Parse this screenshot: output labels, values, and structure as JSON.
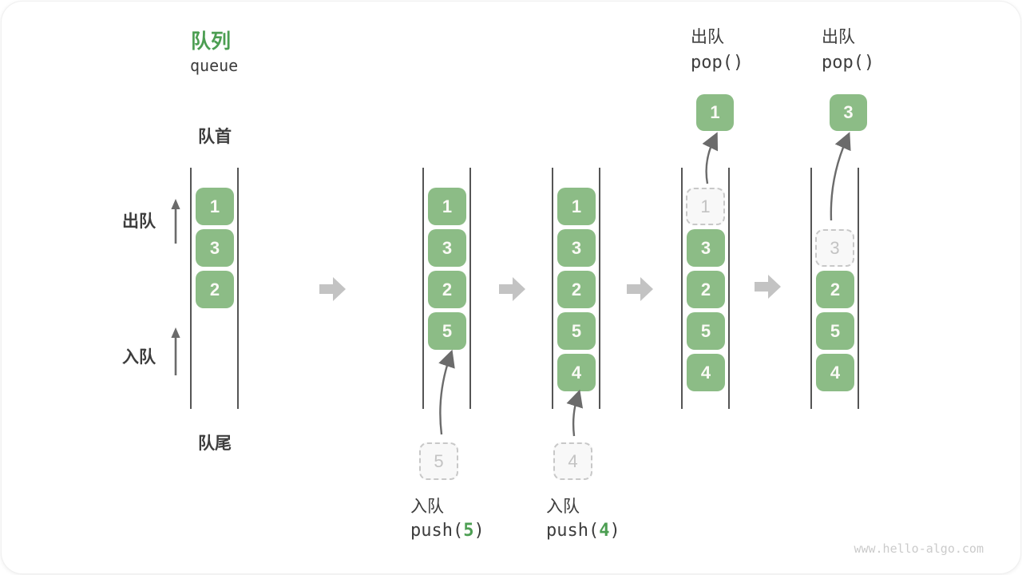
{
  "header": {
    "title": "队列",
    "subtitle": "queue"
  },
  "labels": {
    "front": "队首",
    "rear": "队尾",
    "dequeue": "出队",
    "enqueue": "入队"
  },
  "ops": {
    "push5": {
      "name": "入队",
      "code_pre": "push(",
      "code_arg": "5",
      "code_post": ")"
    },
    "push4": {
      "name": "入队",
      "code_pre": "push(",
      "code_arg": "4",
      "code_post": ")"
    },
    "pop1": {
      "name": "出队",
      "code": "pop()"
    },
    "pop2": {
      "name": "出队",
      "code": "pop()"
    }
  },
  "queues": [
    {
      "items": [
        "1",
        "3",
        "2"
      ]
    },
    {
      "items": [
        "1",
        "3",
        "2",
        "5"
      ],
      "ghost": "5"
    },
    {
      "items": [
        "1",
        "3",
        "2",
        "5",
        "4"
      ],
      "ghost": "4"
    },
    {
      "ghost": "1",
      "items": [
        "3",
        "2",
        "5",
        "4"
      ],
      "popped": "1"
    },
    {
      "ghost": "3",
      "items": [
        "2",
        "5",
        "4"
      ],
      "popped": "3"
    }
  ],
  "watermark": "www.hello-algo.com",
  "colors": {
    "box_green": "#8cbc86",
    "title_green": "#4c9e52",
    "ink": "#3d3d3d",
    "line": "#555555",
    "thin_arrow": "#6b6b6b",
    "block_arrow": "#c3c3c3",
    "ghost_border": "#c8c8c8",
    "ghost_fill": "#f8f8f8",
    "ghost_text": "#c3c3c3",
    "box_text": "#fafaf5",
    "watermark": "#cbcbcb"
  }
}
